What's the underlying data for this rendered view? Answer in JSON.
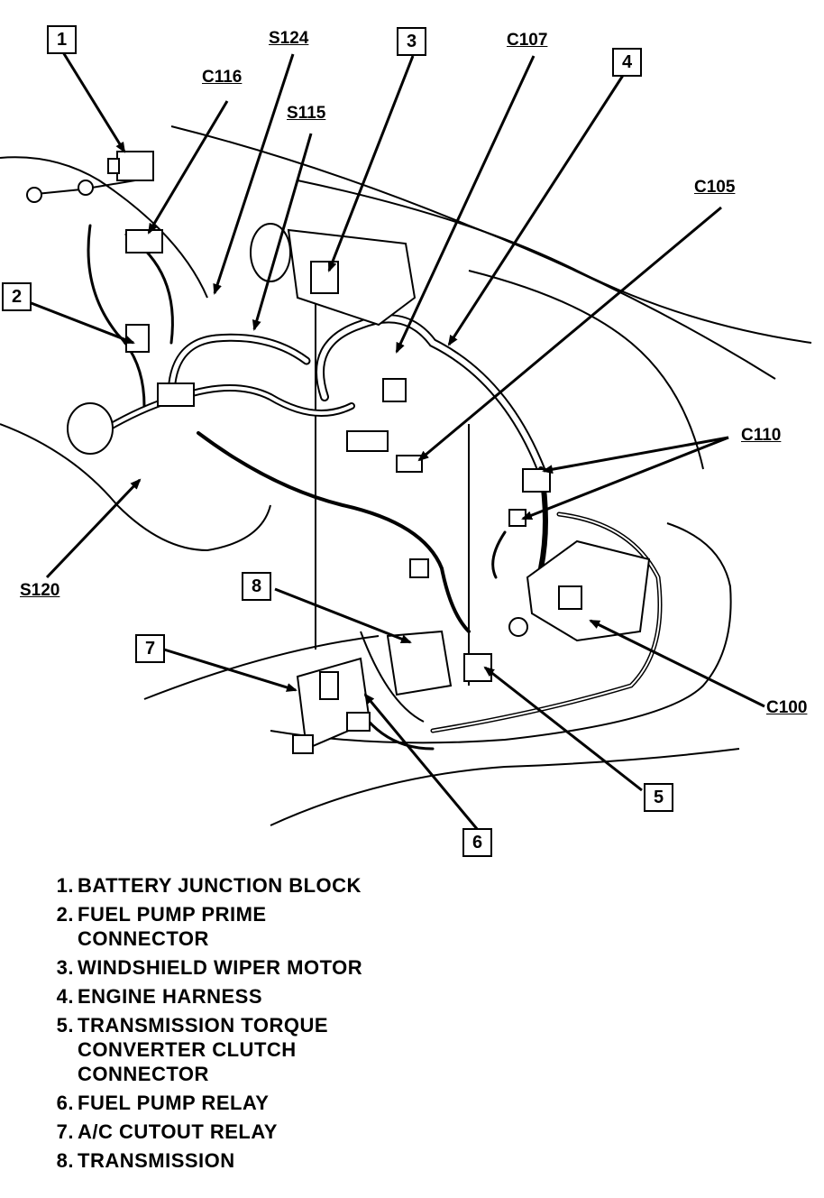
{
  "callouts": {
    "c1": "1",
    "c2": "2",
    "c3": "3",
    "c4": "4",
    "c5": "5",
    "c6": "6",
    "c7": "7",
    "c8": "8"
  },
  "codes": {
    "s124": "S124",
    "c116": "C116",
    "s115": "S115",
    "c107": "C107",
    "c105": "C105",
    "c110": "C110",
    "s120": "S120",
    "c100": "C100"
  },
  "legend": [
    {
      "num": "1.",
      "text": "BATTERY JUNCTION BLOCK"
    },
    {
      "num": "2.",
      "text": "FUEL PUMP PRIME\nCONNECTOR"
    },
    {
      "num": "3.",
      "text": "WINDSHIELD WIPER MOTOR"
    },
    {
      "num": "4.",
      "text": "ENGINE HARNESS"
    },
    {
      "num": "5.",
      "text": "TRANSMISSION TORQUE\nCONVERTER CLUTCH\nCONNECTOR"
    },
    {
      "num": "6.",
      "text": "FUEL PUMP RELAY"
    },
    {
      "num": "7.",
      "text": "A/C CUTOUT RELAY"
    },
    {
      "num": "8.",
      "text": "TRANSMISSION"
    }
  ]
}
